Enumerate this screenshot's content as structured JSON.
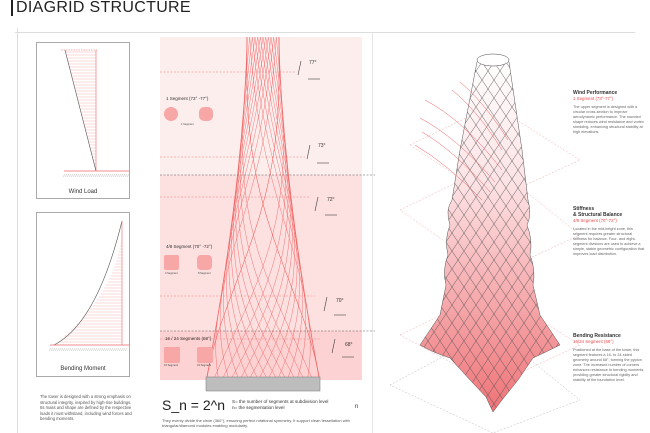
{
  "title": "DIAGRID STRUCTURE",
  "left": {
    "wind_load_label": "Wind Load",
    "bending_moment_label": "Bending Moment",
    "description": "The tower is designed with a strong emphasis on structural integrity, inspired by high-rise buildings. Its mass and shape are defined by the respective loads it must withstand, including wind forces and bending moments."
  },
  "elevation": {
    "angles": [
      "77°",
      "73°",
      "72°",
      "70°",
      "68°"
    ],
    "segments": [
      {
        "label": "1 Segment (73° -77°)",
        "shapes": [
          "1 Segment"
        ]
      },
      {
        "label": "4/8 Segment (70° -72°)",
        "shapes": [
          "4 Segment",
          "8 Segment"
        ]
      },
      {
        "label": "16 / 24 Segments (68°)",
        "shapes": [
          "16 Segment",
          "24 Segment"
        ]
      }
    ],
    "formula": "S_n = 2^n",
    "definition_1": "S= the number of segments at subdivision level",
    "definition_2": "n= the segmentation level",
    "definition_n": "n",
    "caption": "They evenly divide the circle (360°), ensuring perfect rotational symmetry. It support clean tessellation with triangular/diamond modules enabling modularity."
  },
  "zones": [
    {
      "heading": "Wind Performance",
      "sub": "1 Segment (73°-77°)",
      "text": "The upper segment is designed with a circular cross-section to improve aerodynamic performance. The rounded shape reduces wind resistance and vortex shedding, enhancing structural stability at high elevations."
    },
    {
      "heading": "Stiffness",
      "heading2": "& Structural Balance",
      "sub": "4/8 Segment (70°-72°)",
      "text": "Located in the mid-height zone, this segment requires greater structural stiffness for balance. Four- and eight-segment divisions are used to achieve a simple, stable geometric configuration that improves load distribution."
    },
    {
      "heading": "Bending Resistance",
      "sub": "16/24 Segment (68°)",
      "text": "Positioned at the base of the tower, this segment features a 16- to 24-sided geometry around 68°, forming the pyplon zone. The increased number of corners enhances resistance to bending moments, providing greater structural rigidity and stability at the foundation level."
    }
  ],
  "colors": {
    "accent": "#e74c4c",
    "pink_light": "#fdeeee",
    "pink_mid": "#fde0e0",
    "pink_dark": "#fcd2d2"
  }
}
